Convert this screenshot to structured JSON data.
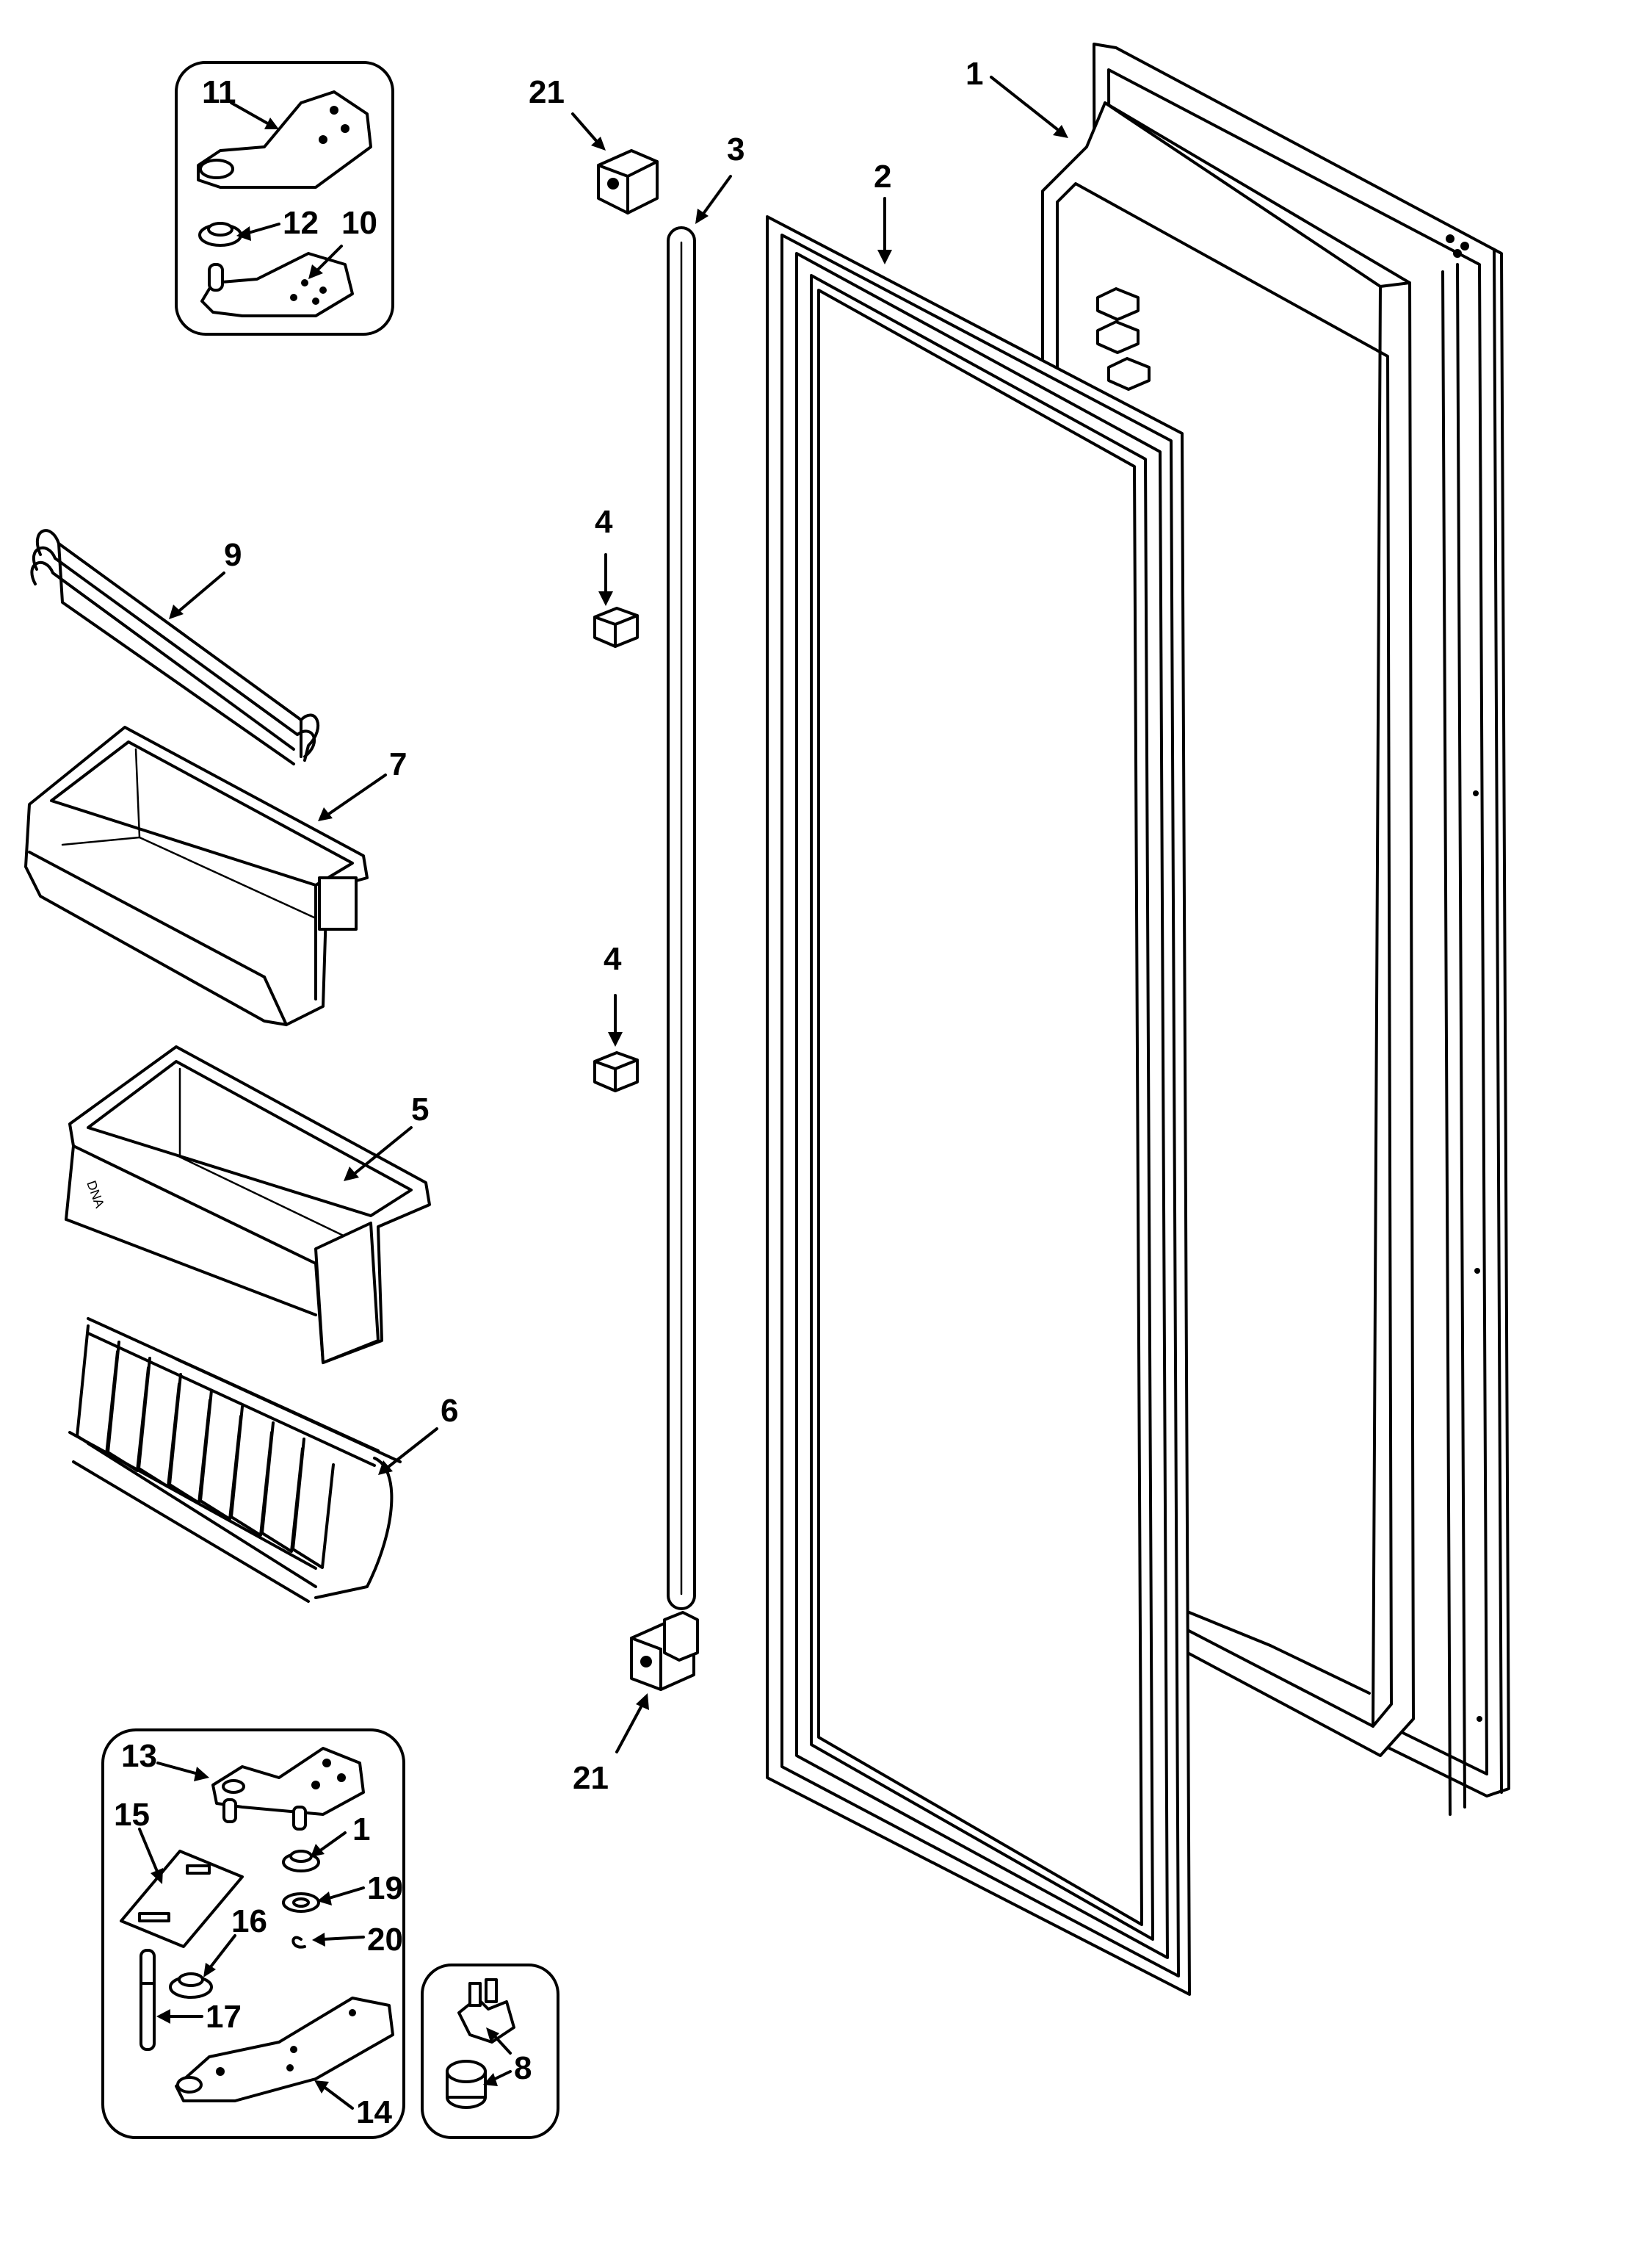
{
  "callouts": [
    {
      "id": "c11",
      "text": "11"
    },
    {
      "id": "c12",
      "text": "12"
    },
    {
      "id": "c10",
      "text": "10"
    },
    {
      "id": "c21a",
      "text": "21"
    },
    {
      "id": "c3",
      "text": "3"
    },
    {
      "id": "c2",
      "text": "2"
    },
    {
      "id": "c1a",
      "text": "1"
    },
    {
      "id": "c9",
      "text": "9"
    },
    {
      "id": "c4a",
      "text": "4"
    },
    {
      "id": "c7",
      "text": "7"
    },
    {
      "id": "c4b",
      "text": "4"
    },
    {
      "id": "c5",
      "text": "5"
    },
    {
      "id": "c6",
      "text": "6"
    },
    {
      "id": "c21b",
      "text": "21"
    },
    {
      "id": "c13",
      "text": "13"
    },
    {
      "id": "c15",
      "text": "15"
    },
    {
      "id": "c1b",
      "text": "1"
    },
    {
      "id": "c19",
      "text": "19"
    },
    {
      "id": "c16",
      "text": "16"
    },
    {
      "id": "c20",
      "text": "20"
    },
    {
      "id": "c17",
      "text": "17"
    },
    {
      "id": "c14",
      "text": "14"
    },
    {
      "id": "c8",
      "text": "8"
    }
  ]
}
